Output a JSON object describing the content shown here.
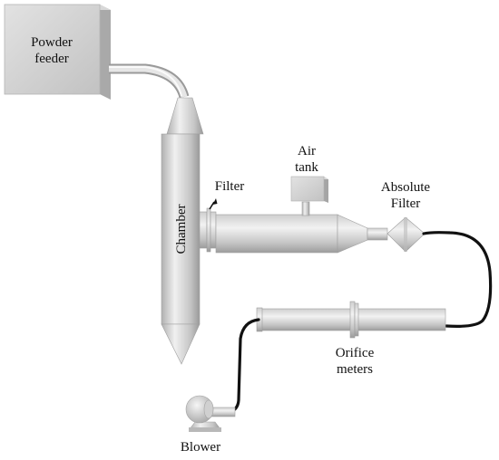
{
  "labels": {
    "powder_feeder": [
      "Powder",
      "feeder"
    ],
    "chamber": "Chamber",
    "filter": "Filter",
    "air_tank": [
      "Air",
      "tank"
    ],
    "absolute_filter": [
      "Absolute",
      "Filter"
    ],
    "orifice_meters": [
      "Orifice",
      "meters"
    ],
    "blower": "Blower"
  },
  "colors": {
    "equipment_light": "#eeeeee",
    "equipment_mid": "#c8c8c8",
    "equipment_dark": "#9a9a9a",
    "hose": "#111111",
    "text": "#111111"
  }
}
